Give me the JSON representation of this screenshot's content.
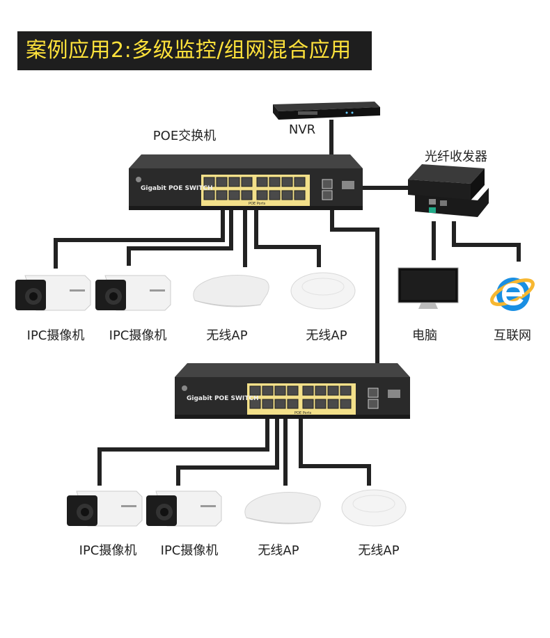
{
  "title": "案例应用2:多级监控/组网混合应用",
  "switch_main": {
    "label": "POE交换机",
    "brand": "Gigabit POE SWITCH",
    "ports_label": "POE Ports"
  },
  "switch_second": {
    "brand": "Gigabit POE SWITCH",
    "ports_label": "POE Ports"
  },
  "nvr": {
    "label": "NVR"
  },
  "fiber": {
    "label": "光纤收发器"
  },
  "row1": {
    "cam1": "IPC摄像机",
    "cam2": "IPC摄像机",
    "ap1": "无线AP",
    "ap2": "无线AP"
  },
  "right": {
    "pc": "电脑",
    "internet": "互联网"
  },
  "row2": {
    "cam1": "IPC摄像机",
    "cam2": "IPC摄像机",
    "ap1": "无线AP",
    "ap2": "无线AP"
  },
  "colors": {
    "title_bg": "#1e1e1e",
    "title_text": "#ffe23b",
    "wire": "#222222",
    "port_highlight": "#f3e08a"
  }
}
